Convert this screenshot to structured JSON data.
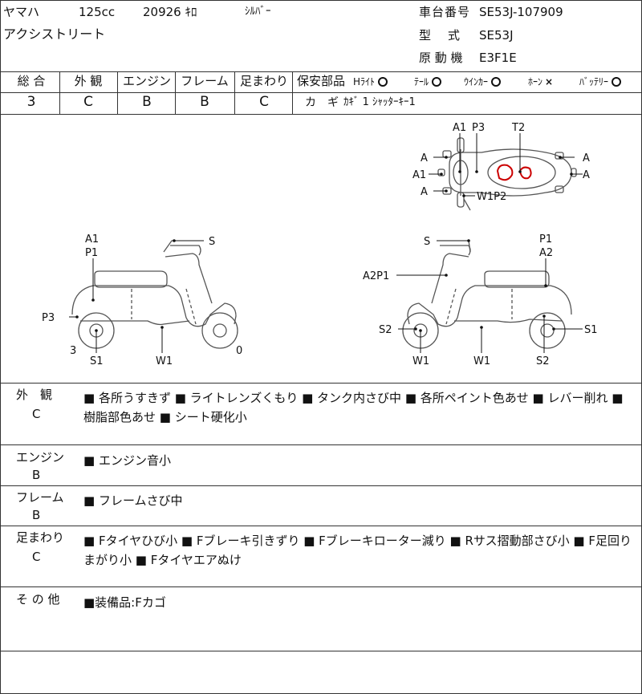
{
  "header": {
    "maker": "ヤマハ",
    "displacement": "125cc",
    "mileage": "20926 ｷﾛ",
    "color": "ｼﾙﾊﾞｰ",
    "model_name": "アクシストリート",
    "frame_no_label": "車台番号",
    "frame_no": "SE53J-107909",
    "type_label": "型　式",
    "type_value": "SE53J",
    "engine_label": "原 動 機",
    "engine_value": "E3F1E"
  },
  "grades": {
    "headers": [
      "総 合",
      "外 観",
      "エンジン",
      "フレーム",
      "足まわり"
    ],
    "values": [
      "3",
      "C",
      "B",
      "B",
      "C"
    ]
  },
  "safety": {
    "label": "保安部品",
    "items": [
      {
        "name": "Hﾗｲﾄ",
        "mark": "circle"
      },
      {
        "name": "ﾃｰﾙ",
        "mark": "circle"
      },
      {
        "name": "ｳｲﾝｶｰ",
        "mark": "circle"
      },
      {
        "name": "ﾎｰﾝ",
        "mark": "cross"
      },
      {
        "name": "ﾊﾞｯﾃﾘｰ",
        "mark": "circle"
      }
    ],
    "key_label": "カ　ギ",
    "key_value": "ｶｷﾞ 1  ｼｬｯﾀｰｷｰ1"
  },
  "diagram": {
    "top_labels": [
      "A1",
      "P3",
      "T2",
      "A",
      "A1",
      "A",
      "A",
      "A",
      "W1P2"
    ],
    "left_labels": [
      "A1",
      "P1",
      "S",
      "P3",
      "3",
      "S1",
      "W1",
      "0"
    ],
    "right_labels": [
      "S",
      "P1",
      "A2",
      "A2P1",
      "S2",
      "S1",
      "W1",
      "W1",
      "S2"
    ]
  },
  "sections": [
    {
      "label": "外　観",
      "grade": "C",
      "text": "■ 各所うすきず ■ ライトレンズくもり ■ タンク内さび中 ■ 各所ペイント色あせ ■ レバー削れ ■ 樹脂部色あせ ■ シート硬化小"
    },
    {
      "label": "エンジン",
      "grade": "B",
      "text": "■ エンジン音小"
    },
    {
      "label": "フレーム",
      "grade": "B",
      "text": "■ フレームさび中"
    },
    {
      "label": "足まわり",
      "grade": "C",
      "text": "■ Fタイヤひび小 ■ Fブレーキ引きずり ■ Fブレーキローター減り ■ Rサス摺動部さび小 ■ F足回りまがり小 ■ Fタイヤエアぬけ"
    },
    {
      "label": "そ の 他",
      "grade": "",
      "text": "■装備品:Fカゴ"
    }
  ],
  "colors": {
    "line": "#333333",
    "damage": "#cc0000"
  }
}
